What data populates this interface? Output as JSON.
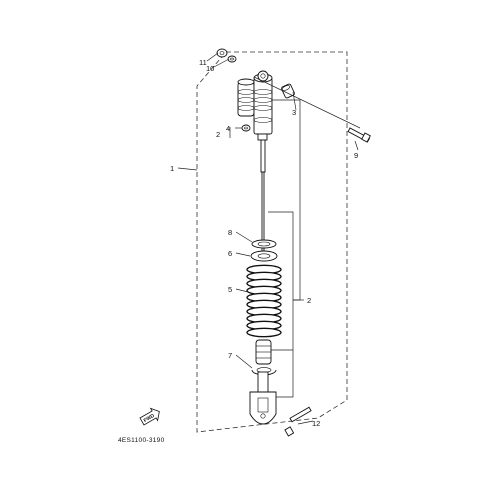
{
  "callouts": {
    "c1": "1",
    "c2a": "2",
    "c2b": "2",
    "c3": "3",
    "c4": "4",
    "c5": "5",
    "c6": "6",
    "c7": "7",
    "c8": "8",
    "c9": "9",
    "c10": "10",
    "c11": "11",
    "c12": "12"
  },
  "fwd_badge": "FWD",
  "diagram_code": "4ES1100-3190",
  "icons": {
    "direction": "fwd-arrow-icon"
  }
}
